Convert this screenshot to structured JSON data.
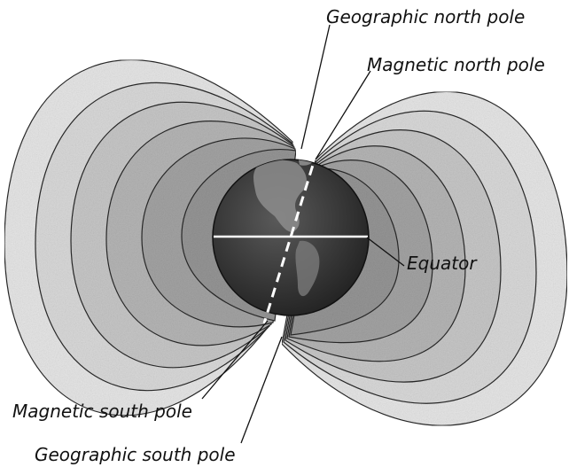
{
  "labels": {
    "geographic_north": "Geographic north pole",
    "magnetic_north": "Magnetic north pole",
    "equator": "Equator",
    "magnetic_south": "Magnetic south pole",
    "geographic_south": "Geographic south pole"
  },
  "colors": {
    "earth": "#3a3a3a",
    "earth_land": "#8d8d8d",
    "field_light": "#e3e3e3",
    "field_mid": "#c4c4c4",
    "field_dark": "#a6a6a6",
    "field_line": "#2a2a2a",
    "equator_line": "#ffffff",
    "axis_line": "#ffffff"
  }
}
